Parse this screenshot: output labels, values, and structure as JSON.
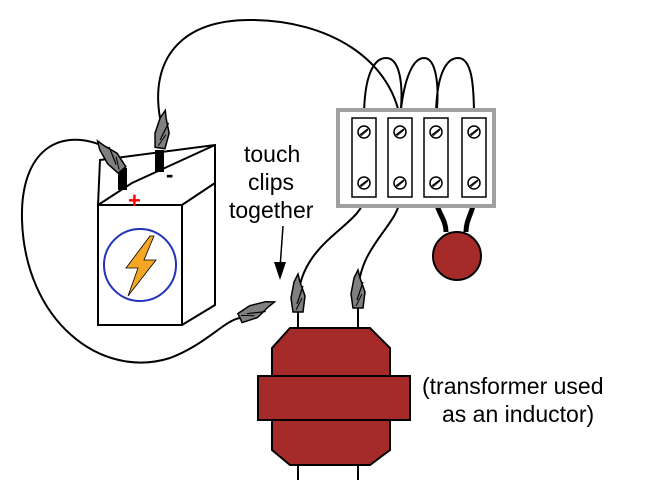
{
  "labels": {
    "touch_line1": "touch",
    "touch_line2": "clips",
    "touch_line3": "together",
    "transformer_line1": "(transformer used",
    "transformer_line2": "as an inductor)",
    "battery_plus": "+",
    "battery_minus": "-"
  },
  "colors": {
    "transformer_fill": "#a52a2a",
    "lamp_fill": "#a52a2a",
    "battery_plus": "#ff0000",
    "bolt_fill": "#f5a623",
    "ring_stroke": "#2233bb",
    "terminal_strip_frame": "#a0a0a0",
    "clip_fill": "#808080"
  },
  "icons": {
    "battery_symbol": "lightning-bolt-icon",
    "terminal_screw": "screw-icon"
  }
}
